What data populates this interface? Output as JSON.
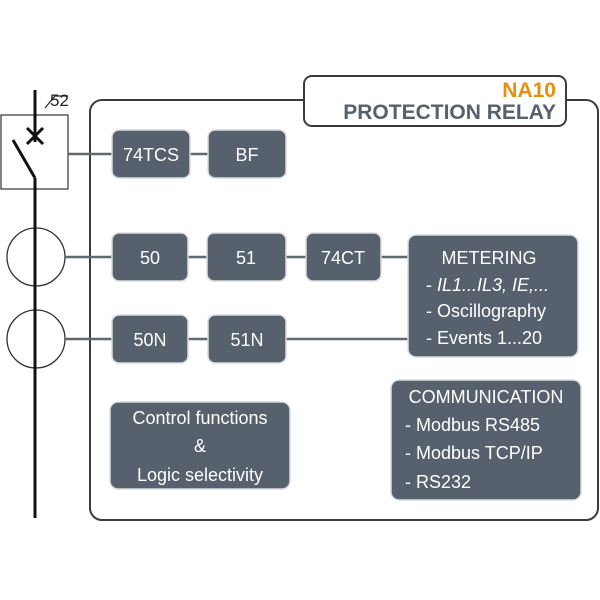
{
  "device": {
    "model": "NA10",
    "type": "PROTECTION RELAY",
    "breaker_label": "52"
  },
  "blocks": {
    "tcs": "74TCS",
    "bf": "BF",
    "b50": "50",
    "b51": "51",
    "ct": "74CT",
    "b50n": "50N",
    "b51n": "51N"
  },
  "metering": {
    "title": "METERING",
    "line1_prefix": "- ",
    "line1": "IL1...IL3, IE,...",
    "line2": "- Oscillography",
    "line3": "- Events 1...20"
  },
  "communication": {
    "title": "COMMUNICATION",
    "items": [
      "- Modbus RS485",
      "- Modbus TCP/IP",
      "- RS232"
    ]
  },
  "control": {
    "line1": "Control functions",
    "line2": "&",
    "line3": "Logic selectivity"
  },
  "colors": {
    "block_fill": "#56616d",
    "accent_orange": "#e8900a",
    "title_grey": "#56616d"
  }
}
